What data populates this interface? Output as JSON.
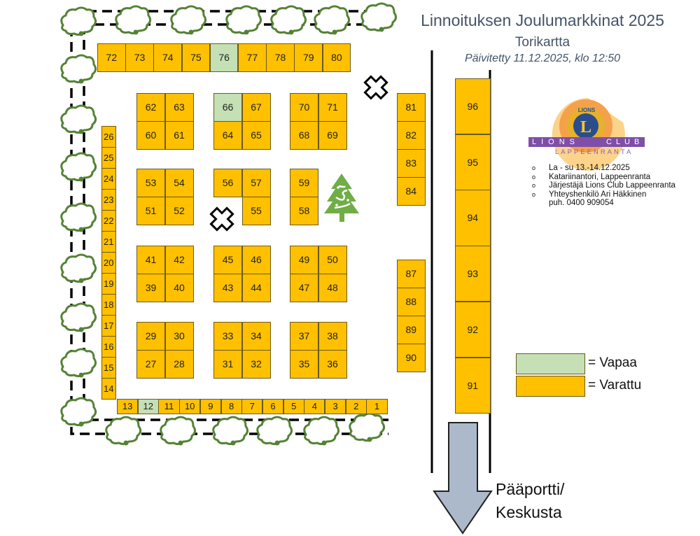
{
  "header": {
    "title": "Linnoituksen Joulumarkkinat 2025",
    "subtitle": "Torikartta",
    "updated": "Päivitetty 11.12.2025,  klo 12:50"
  },
  "logo": {
    "text_top": "LIONS",
    "text_left": "LIONS",
    "text_right": "CLUB",
    "text_bottom": "LAPPEENRANTA",
    "band_color": "#7f4fa8"
  },
  "info": {
    "bullet": "o",
    "items": [
      "La - su 13.-14.12.2025",
      "Katariinantori, Lappeenranta",
      "Järjestäjä Lions Club Lappeenranta",
      "Yhteyshenkilö Ari Häkkinen"
    ],
    "phone": "puh. 0400 909054"
  },
  "legend": {
    "free_label": "= Vapaa",
    "taken_label": "= Varattu",
    "free_color": "#c5e0b4",
    "taken_color": "#ffc000"
  },
  "exit": {
    "line1": "Pääportti/",
    "line2": "Keskusta"
  },
  "free_booths": [
    76,
    66,
    12
  ],
  "booths": [
    "1",
    "2",
    "3",
    "4",
    "5",
    "6",
    "7",
    "8",
    "9",
    "10",
    "11",
    "12",
    "13",
    "14",
    "15",
    "16",
    "17",
    "18",
    "19",
    "20",
    "21",
    "22",
    "23",
    "24",
    "25",
    "26",
    "27",
    "28",
    "29",
    "30",
    "31",
    "32",
    "33",
    "34",
    "35",
    "36",
    "37",
    "38",
    "39",
    "40",
    "41",
    "42",
    "43",
    "44",
    "45",
    "46",
    "47",
    "48",
    "49",
    "50",
    "51",
    "52",
    "53",
    "54",
    "55",
    "56",
    "57",
    "58",
    "59",
    "60",
    "61",
    "62",
    "63",
    "64",
    "65",
    "66",
    "67",
    "68",
    "69",
    "70",
    "71",
    "72",
    "73",
    "74",
    "75",
    "76",
    "77",
    "78",
    "79",
    "80",
    "81",
    "82",
    "83",
    "84",
    "87",
    "88",
    "89",
    "90",
    "91",
    "92",
    "93",
    "94",
    "95",
    "96"
  ]
}
